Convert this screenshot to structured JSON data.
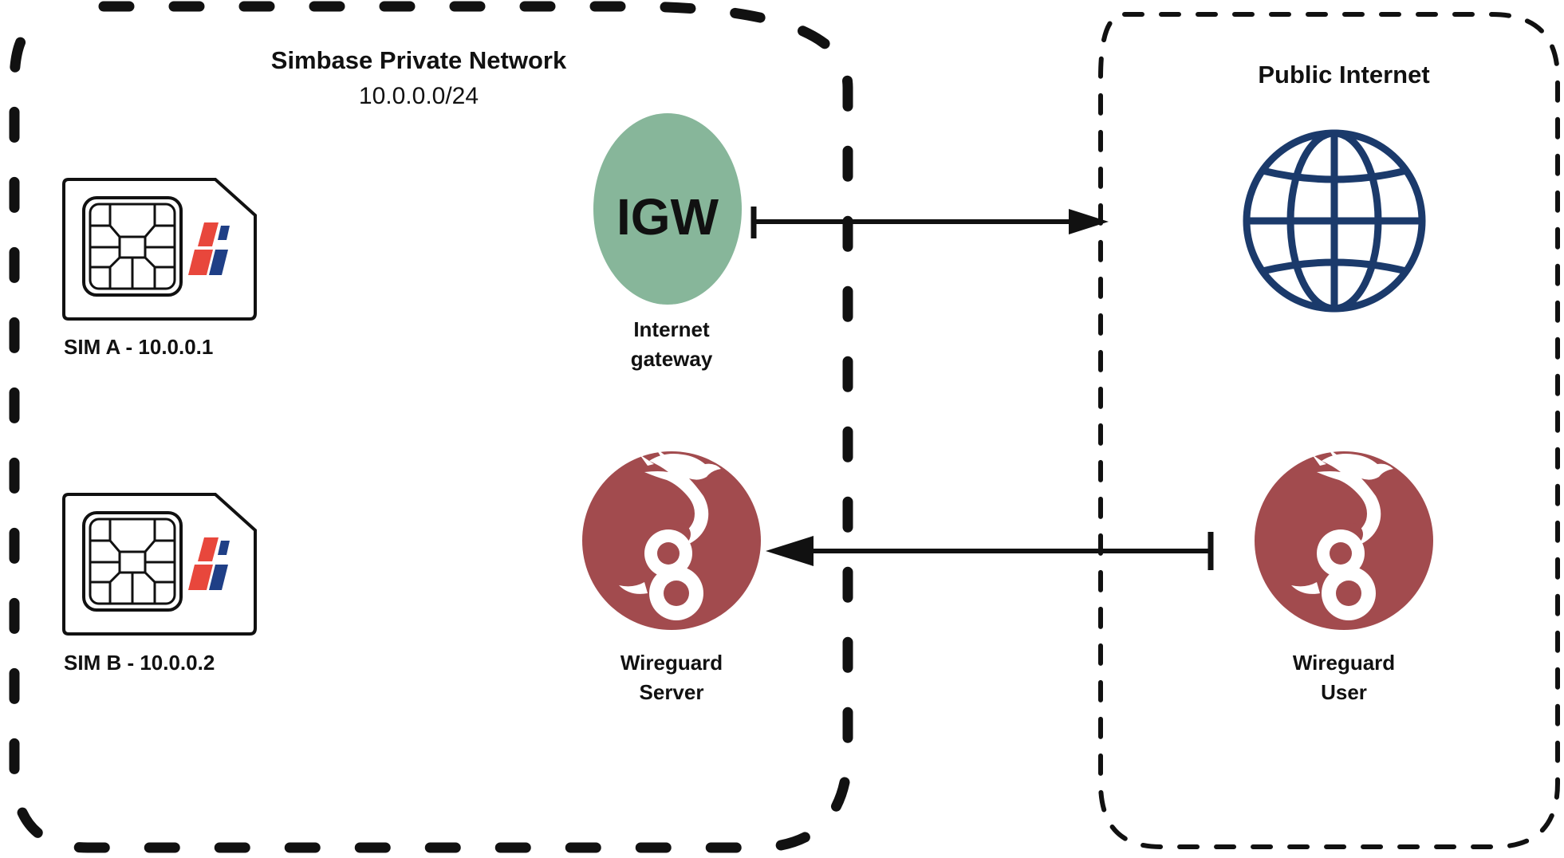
{
  "private_network": {
    "title": "Simbase Private Network",
    "subnet": "10.0.0.0/24"
  },
  "public_internet": {
    "title": "Public Internet"
  },
  "sims": [
    {
      "label": "SIM A - 10.0.0.1"
    },
    {
      "label": "SIM B - 10.0.0.2"
    }
  ],
  "igw": {
    "badge": "IGW",
    "label_line1": "Internet",
    "label_line2": "gateway"
  },
  "wg_server": {
    "label_line1": "Wireguard",
    "label_line2": "Server"
  },
  "wg_user": {
    "label_line1": "Wireguard",
    "label_line2": "User"
  },
  "icons": {
    "sim": "sim-card-icon",
    "globe": "globe-icon",
    "wireguard": "wireguard-dragon-icon"
  },
  "colors": {
    "igw_fill": "#87b69a",
    "wireguard_fill": "#a24b4e",
    "globe_stroke": "#1b3a6b",
    "logo_red": "#e8473c",
    "logo_blue": "#1f3f86",
    "border": "#111111"
  }
}
